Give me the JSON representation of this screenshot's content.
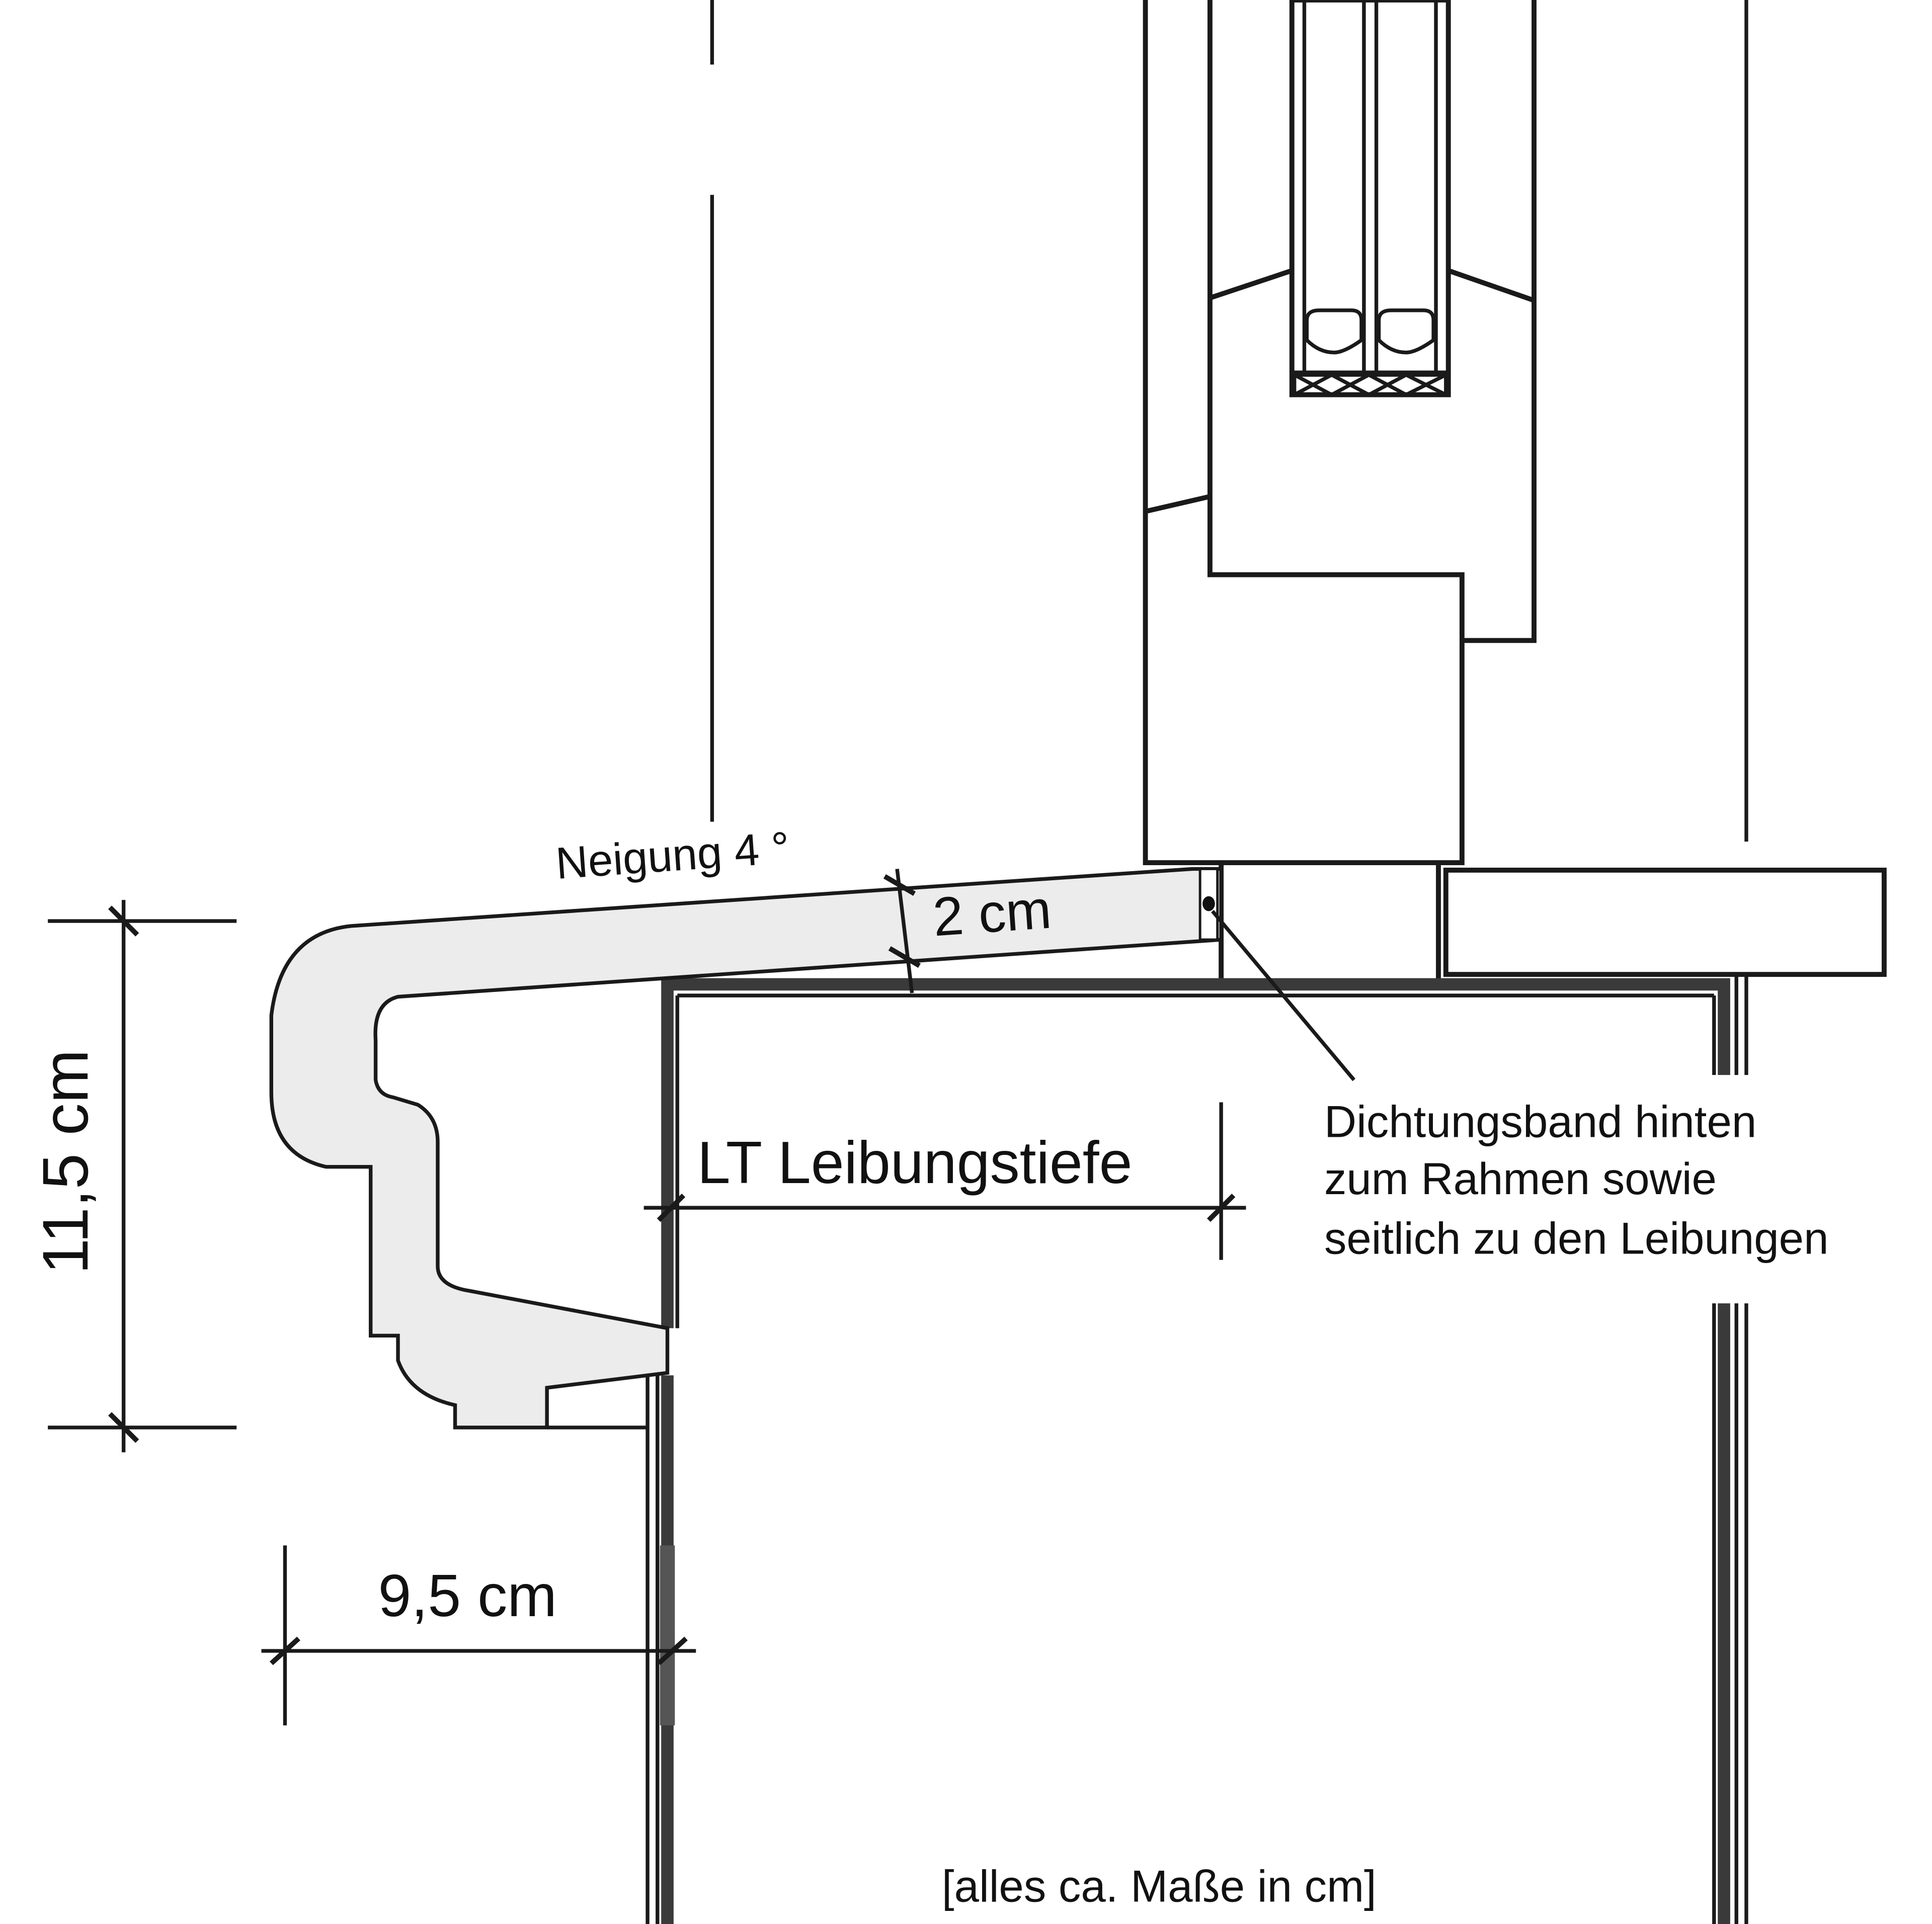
{
  "labels": {
    "slope": "Neigung 4 °",
    "thickness": "2 cm",
    "height": "11,5 cm",
    "projection": "9,5 cm",
    "reveal_depth": "LT Leibungstiefe",
    "seal_line1": "Dichtungsband hinten",
    "seal_line2": "zum Rahmen sowie",
    "seal_line3": "seitlich zu den Leibungen",
    "note": "[alles ca. Maße in cm]"
  },
  "colors": {
    "sill_fill": "#ececec",
    "line": "#1a1a1a",
    "wall_edge": "#3a3a3a",
    "background": "#ffffff"
  }
}
